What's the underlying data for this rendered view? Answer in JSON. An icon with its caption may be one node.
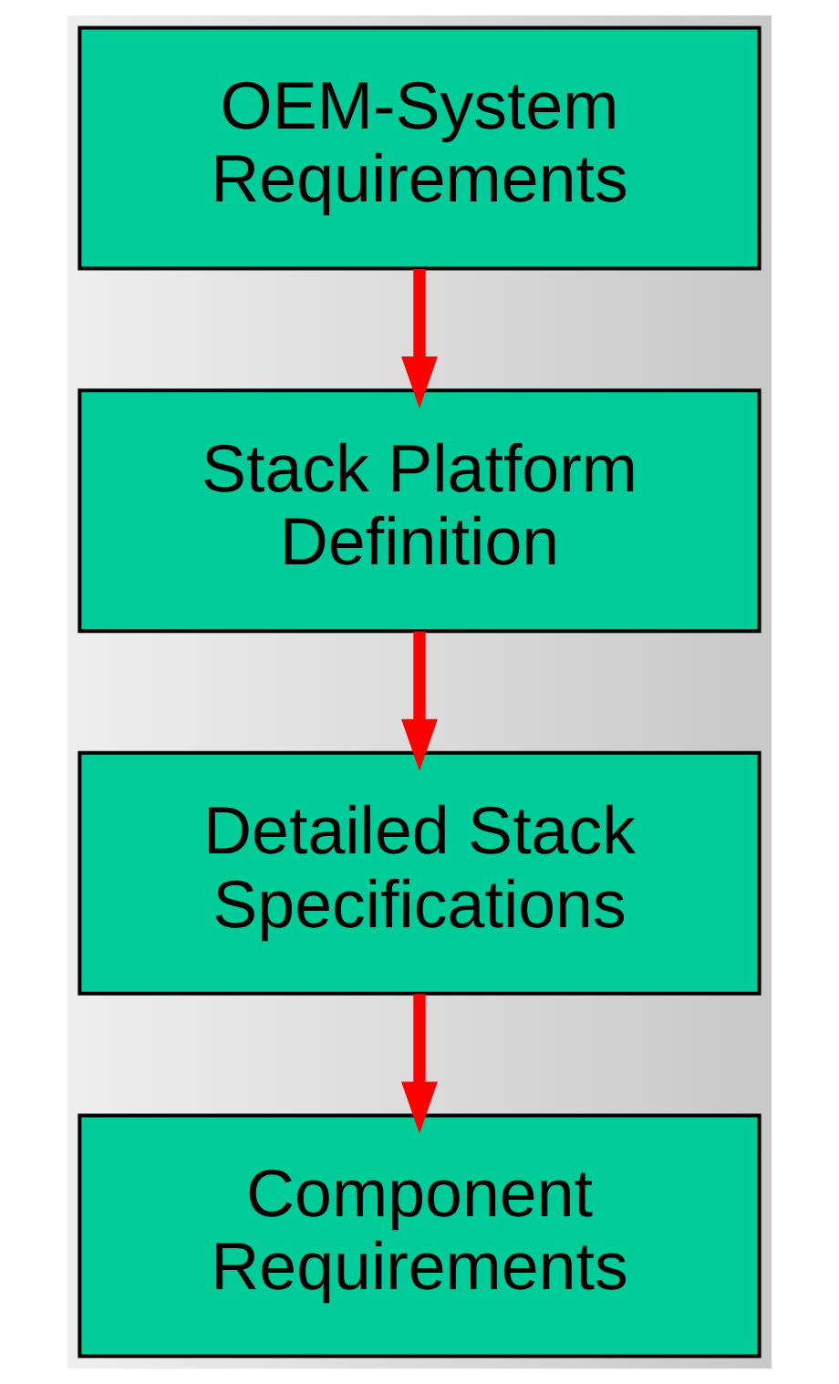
{
  "diagram": {
    "nodes": [
      {
        "text": [
          "OEM-System Requirements"
        ]
      },
      {
        "text": [
          "Stack Platform Definition"
        ]
      },
      {
        "text": [
          "Detailed Stack Specifications"
        ]
      },
      {
        "text": [
          "Component Requirements"
        ]
      }
    ],
    "edges": [
      {
        "from": 0,
        "to": 1,
        "arrow": "to"
      },
      {
        "from": 1,
        "to": 2,
        "arrow": "to"
      },
      {
        "from": 2,
        "to": 3,
        "arrow": "to"
      }
    ]
  }
}
